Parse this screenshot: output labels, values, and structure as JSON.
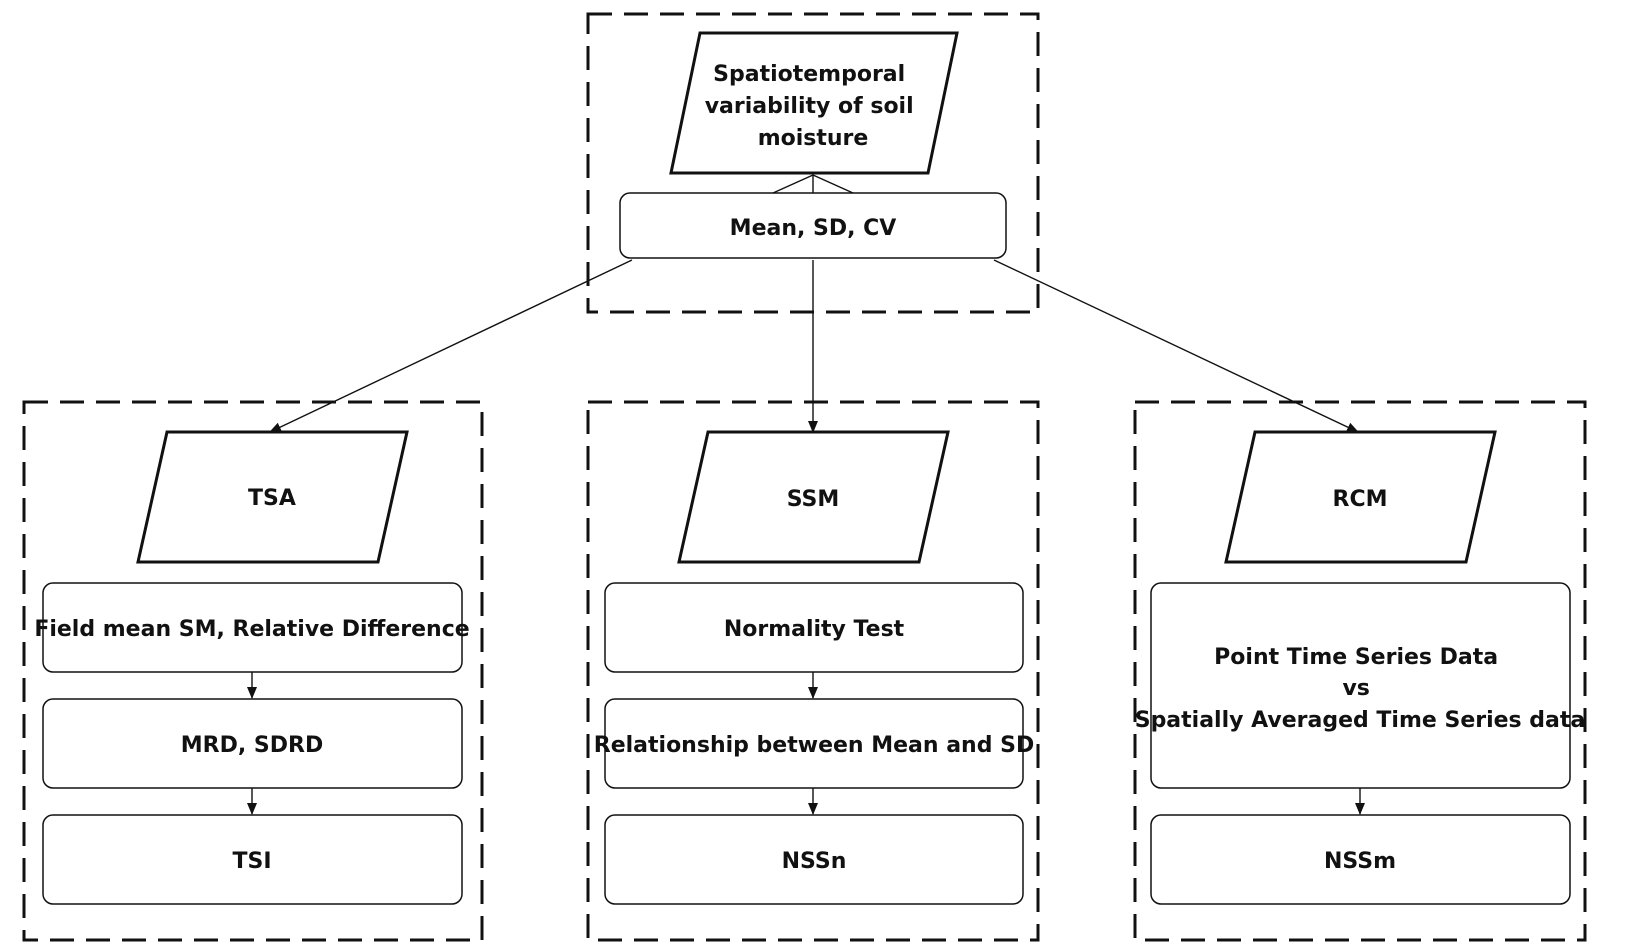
{
  "diagram": {
    "top": {
      "title_lines": [
        "Spatiotemporal",
        "variability of soil",
        "moisture"
      ],
      "stats_label": "Mean, SD, CV"
    },
    "methods": [
      {
        "title": "TSA",
        "steps": [
          {
            "lines": [
              "Field mean SM, Relative Difference"
            ]
          },
          {
            "lines": [
              "MRD, SDRD"
            ]
          },
          {
            "lines": [
              "TSI"
            ]
          }
        ]
      },
      {
        "title": "SSM",
        "steps": [
          {
            "lines": [
              "Normality Test"
            ]
          },
          {
            "lines": [
              "Relationship between Mean and SD"
            ]
          },
          {
            "lines": [
              "NSSn"
            ]
          }
        ]
      },
      {
        "title": "RCM",
        "steps": [
          {
            "lines": [
              "Point Time Series Data",
              "vs",
              "Spatially Averaged Time Series data"
            ]
          },
          {
            "lines": [
              "NSSm"
            ]
          }
        ]
      }
    ]
  }
}
